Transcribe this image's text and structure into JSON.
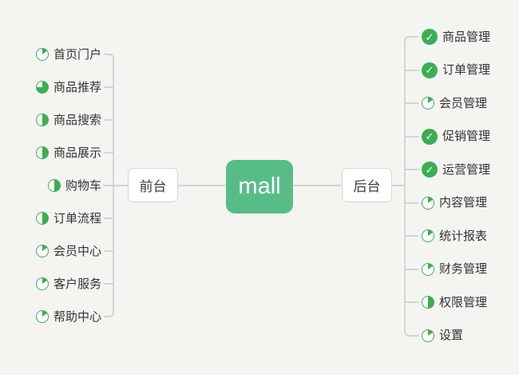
{
  "colors": {
    "background": "#f4f4f1",
    "connector": "#c9c9c9",
    "icon_green": "#3bae55",
    "root_green": "#57bd87",
    "node_border": "#d5d5d5",
    "text": "#333333"
  },
  "icons": {
    "check_glyph": "✓",
    "progress_icon_name": "pie-progress-icon",
    "done_icon_name": "check-icon"
  },
  "root": {
    "label": "mall"
  },
  "left_branch": {
    "label": "前台",
    "items": [
      {
        "label": "首页门户",
        "progress": 0.15,
        "done": false
      },
      {
        "label": "商品推荐",
        "progress": 0.75,
        "done": false
      },
      {
        "label": "商品搜索",
        "progress": 0.5,
        "done": false
      },
      {
        "label": "商品展示",
        "progress": 0.5,
        "done": false
      },
      {
        "label": "购物车",
        "progress": 0.5,
        "done": false
      },
      {
        "label": "订单流程",
        "progress": 0.5,
        "done": false
      },
      {
        "label": "会员中心",
        "progress": 0.15,
        "done": false
      },
      {
        "label": "客户服务",
        "progress": 0.15,
        "done": false
      },
      {
        "label": "帮助中心",
        "progress": 0.15,
        "done": false
      }
    ]
  },
  "right_branch": {
    "label": "后台",
    "items": [
      {
        "label": "商品管理",
        "progress": 1,
        "done": true
      },
      {
        "label": "订单管理",
        "progress": 1,
        "done": true
      },
      {
        "label": "会员管理",
        "progress": 0.15,
        "done": false
      },
      {
        "label": "促销管理",
        "progress": 1,
        "done": true
      },
      {
        "label": "运营管理",
        "progress": 1,
        "done": true
      },
      {
        "label": "内容管理",
        "progress": 0.15,
        "done": false
      },
      {
        "label": "统计报表",
        "progress": 0.15,
        "done": false
      },
      {
        "label": "财务管理",
        "progress": 0.15,
        "done": false
      },
      {
        "label": "权限管理",
        "progress": 0.5,
        "done": false
      },
      {
        "label": "设置",
        "progress": 0.15,
        "done": false
      }
    ]
  }
}
